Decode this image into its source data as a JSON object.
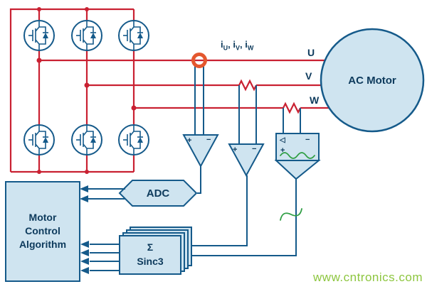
{
  "colors": {
    "red": "#c92132",
    "navy": "#155a8a",
    "text": "#0d3a5c",
    "ltblue": "#cfe4f0",
    "green": "#2f9e44",
    "orange": "#e4572e",
    "watermark": "#8dc63f"
  },
  "labels": {
    "motor": "AC Motor",
    "adc": "ADC",
    "sigma": "Σ",
    "sinc3": "Sinc3",
    "mca_line1": "Motor",
    "mca_line2": "Control",
    "mca_line3": "Algorithm",
    "phase_u": "U",
    "phase_v": "V",
    "phase_w": "W",
    "current": {
      "i": "i",
      "u": "U",
      "v": "V",
      "w": "W",
      "sep": ", "
    },
    "plus": "+",
    "minus": "−",
    "comp": "◁",
    "watermark": "www.cntronics.com"
  }
}
